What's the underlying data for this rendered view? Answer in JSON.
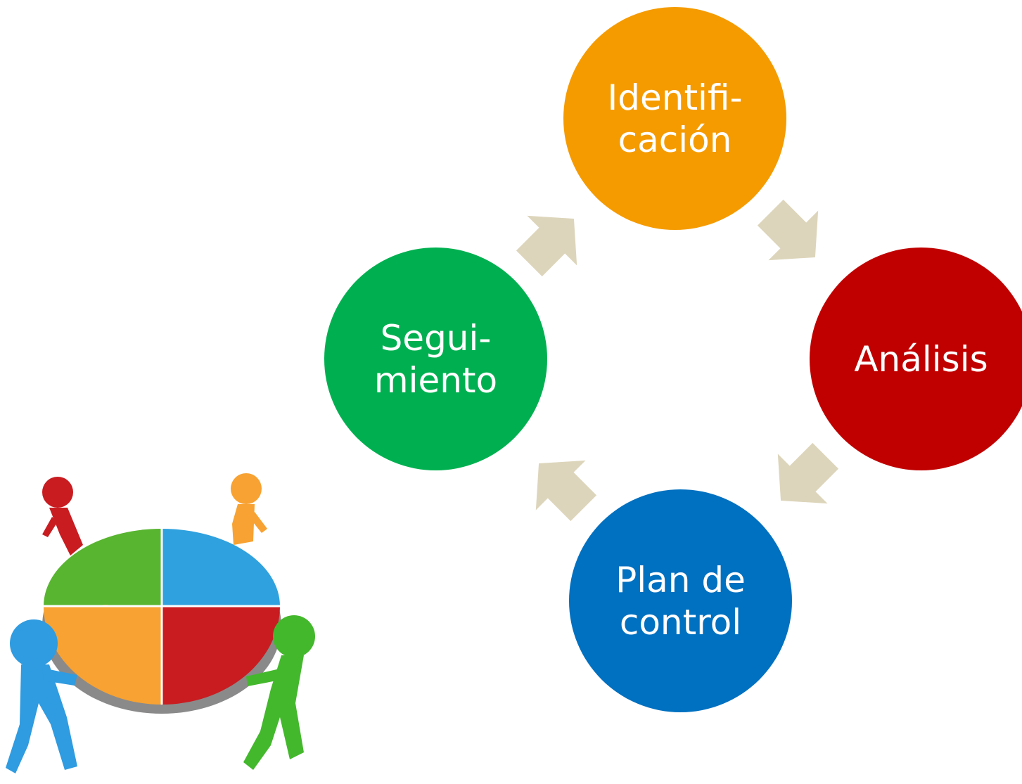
{
  "diagram": {
    "nodes": [
      {
        "id": "identificacion",
        "label": "Identifi-\ncación",
        "color": "#f59b00"
      },
      {
        "id": "analisis",
        "label": "Análisis",
        "color": "#c00000"
      },
      {
        "id": "plan",
        "label": "Plan de\ncontrol",
        "color": "#0070c0"
      },
      {
        "id": "seguimiento",
        "label": "Segui-\nmiento",
        "color": "#00b050"
      }
    ],
    "arrow_color": "#ddd5bb",
    "cycle_direction": "clockwise"
  },
  "clipart": {
    "icon": "people-holding-puzzle-icon",
    "puzzle_colors": [
      "#58b530",
      "#2fa1de",
      "#f7a232",
      "#c81c21"
    ],
    "figure_colors": [
      "#c81c21",
      "#f7a232",
      "#2f9be0",
      "#43b82c"
    ]
  }
}
